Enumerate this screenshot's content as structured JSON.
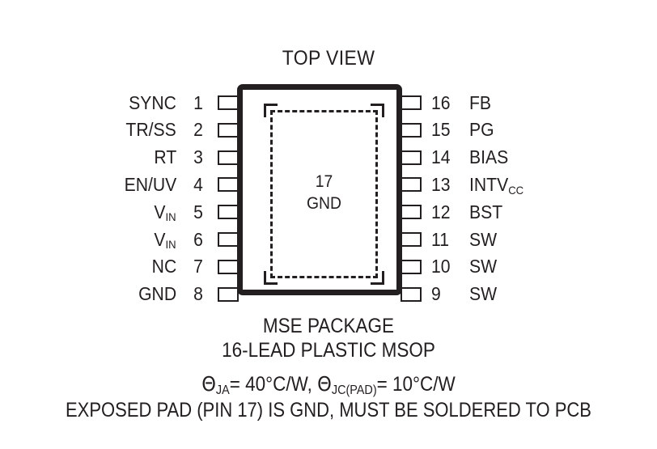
{
  "diagram": {
    "title": "TOP VIEW",
    "center_label": {
      "pin_number": "17",
      "pin_name": "GND"
    },
    "left_pins": [
      {
        "num": "1",
        "name": "SYNC"
      },
      {
        "num": "2",
        "name": "TR/SS"
      },
      {
        "num": "3",
        "name": "RT"
      },
      {
        "num": "4",
        "name": "EN/UV"
      },
      {
        "num": "5",
        "name": "V",
        "sub": "IN"
      },
      {
        "num": "6",
        "name": "V",
        "sub": "IN"
      },
      {
        "num": "7",
        "name": "NC"
      },
      {
        "num": "8",
        "name": "GND"
      }
    ],
    "right_pins": [
      {
        "num": "16",
        "name": "FB"
      },
      {
        "num": "15",
        "name": "PG"
      },
      {
        "num": "14",
        "name": "BIAS"
      },
      {
        "num": "13",
        "name": "INTV",
        "sub": "CC"
      },
      {
        "num": "12",
        "name": "BST"
      },
      {
        "num": "11",
        "name": "SW"
      },
      {
        "num": "10",
        "name": "SW"
      },
      {
        "num": "9",
        "name": "SW"
      }
    ],
    "caption": {
      "package_name": "MSE PACKAGE",
      "lead_count": "16-LEAD PLASTIC MSOP",
      "theta": {
        "symbol": "Θ",
        "ja_sub": "JA",
        "ja_value": "= 40°C/W,",
        "jc_sub": "JC(PAD)",
        "jc_value": "= 10°C/W"
      },
      "exposed_pad_note": "EXPOSED PAD (PIN 17) IS GND, MUST BE SOLDERED TO PCB"
    },
    "colors": {
      "ink": "#231f20",
      "background": "#ffffff"
    }
  }
}
